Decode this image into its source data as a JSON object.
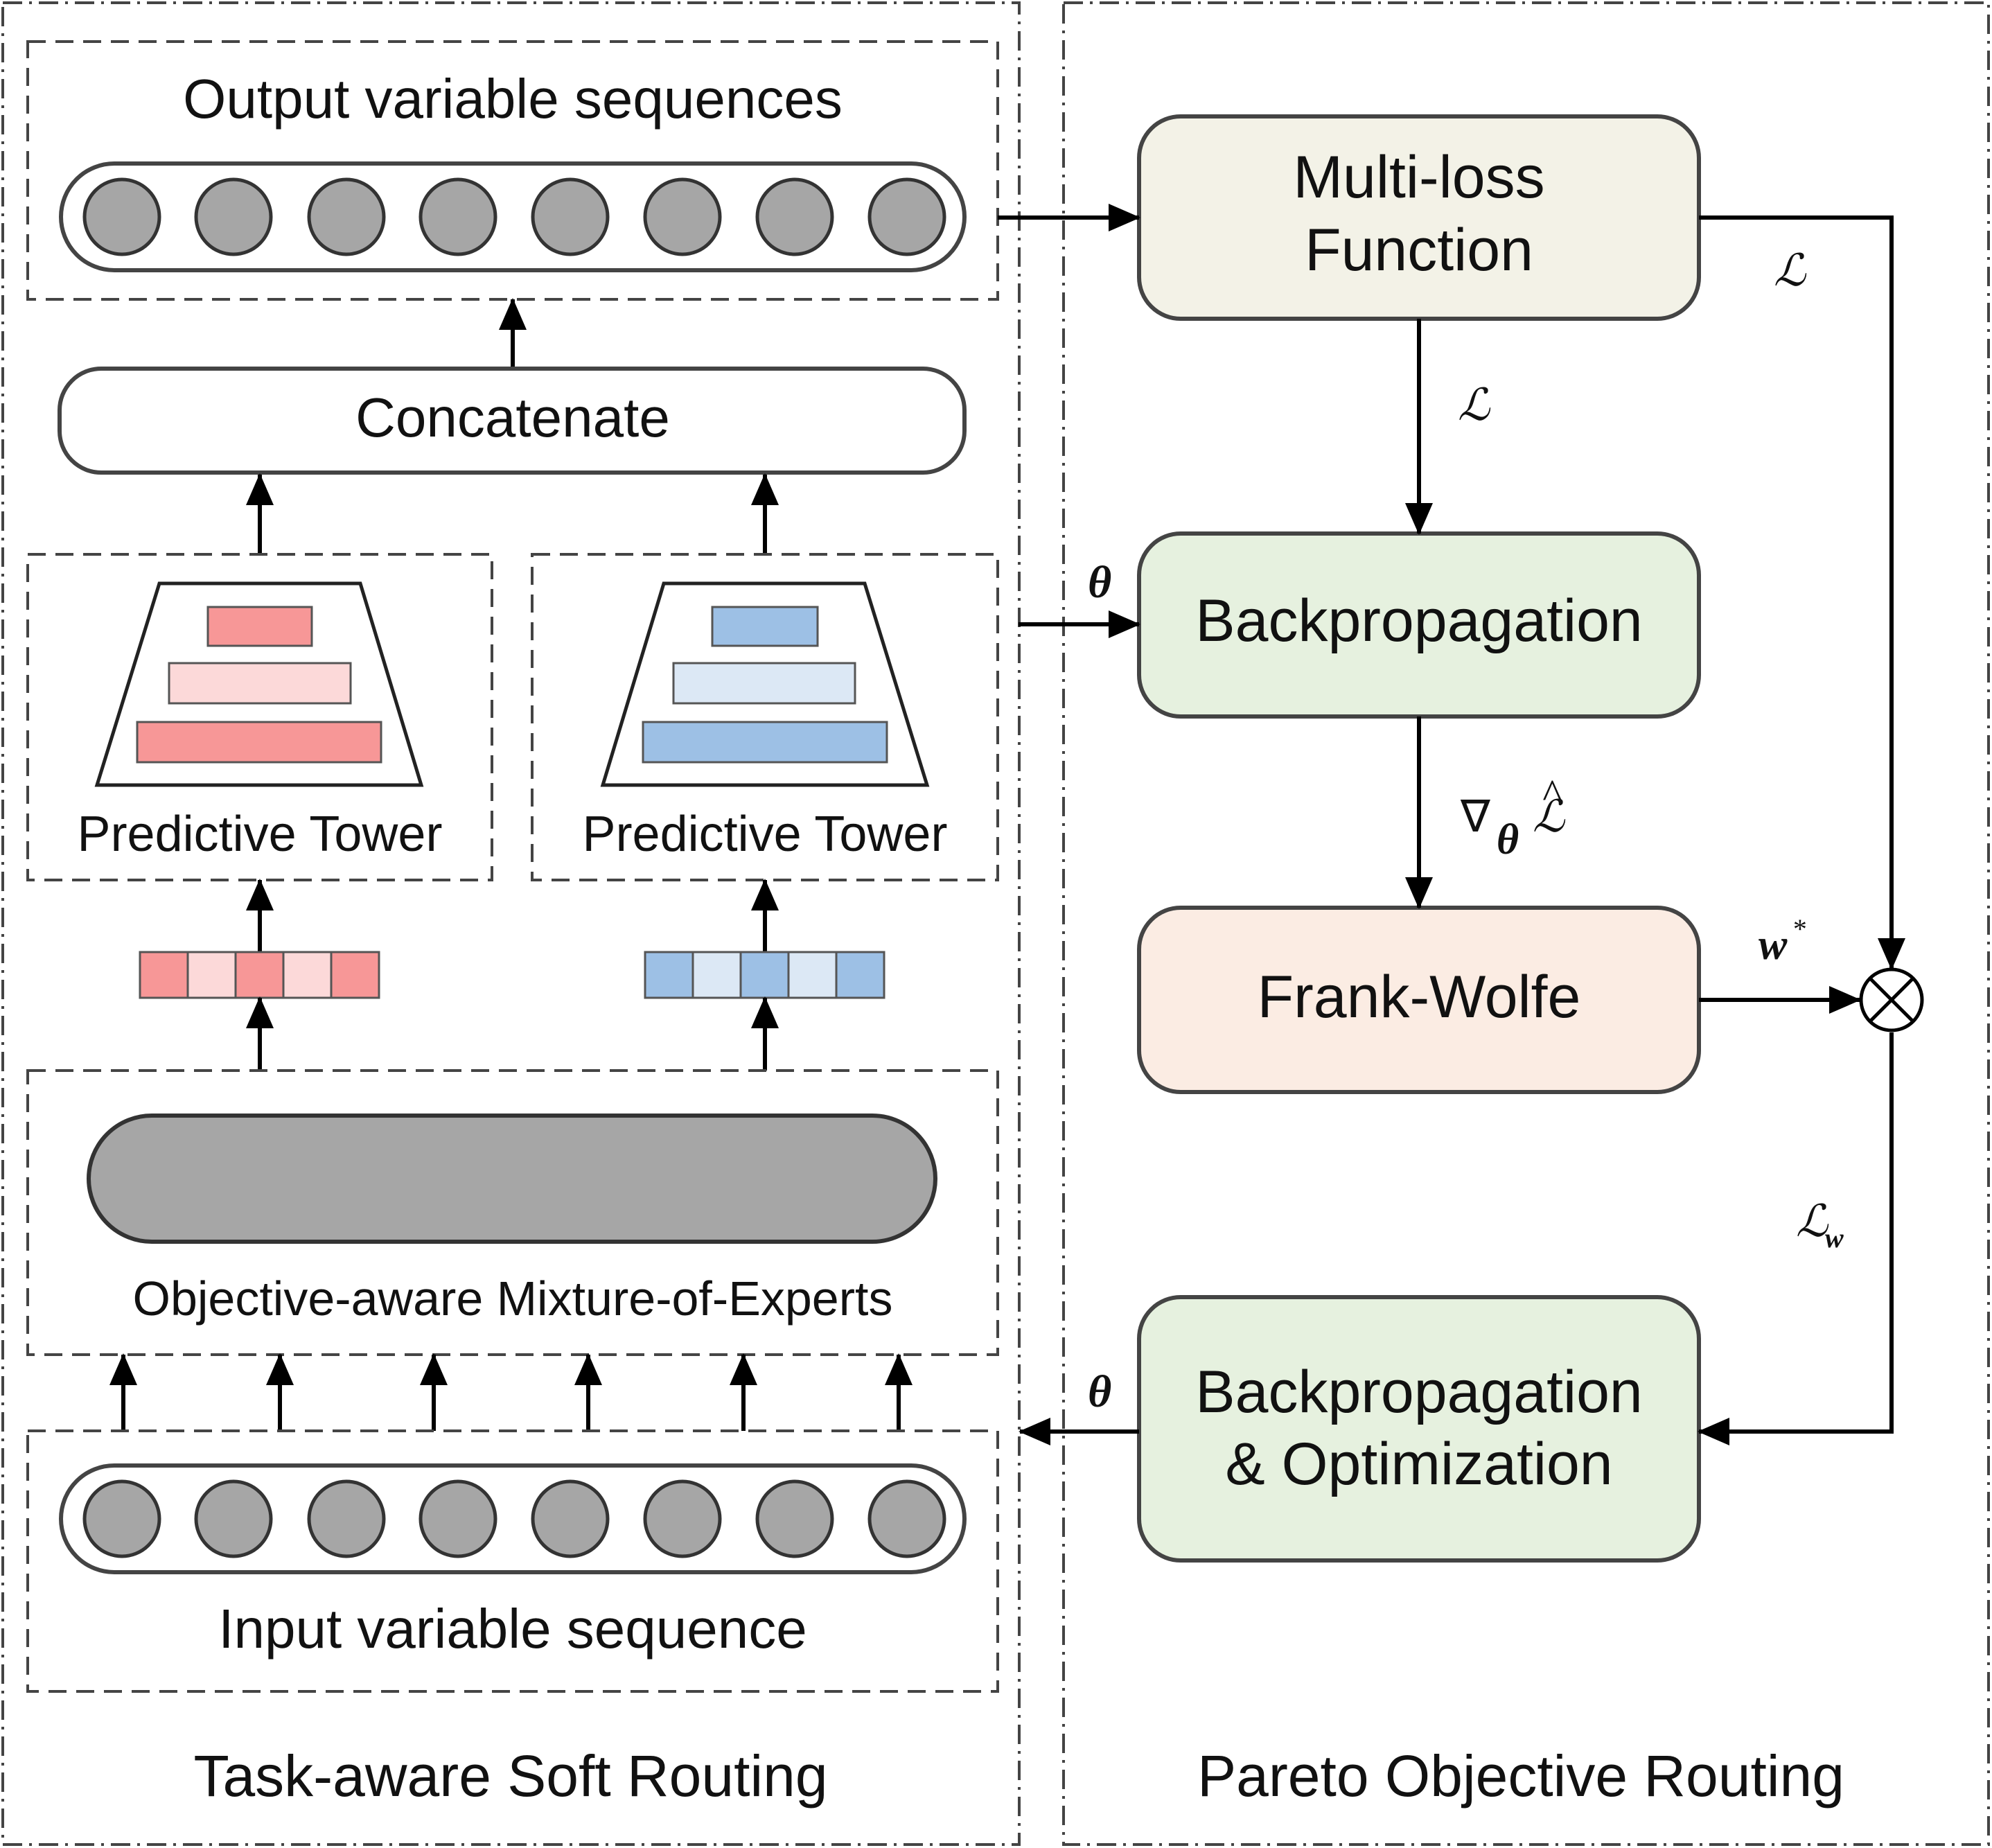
{
  "panels": {
    "left_title": "Task-aware Soft Routing",
    "right_title": "Pareto Objective Routing"
  },
  "left": {
    "output_label": "Output variable sequences",
    "concatenate_label": "Concatenate",
    "tower_left_label": "Predictive Tower",
    "tower_right_label": "Predictive Tower",
    "moe_label": "Objective-aware Mixture-of-Experts",
    "input_label": "Input variable sequence"
  },
  "right": {
    "multiloss_line1": "Multi-loss",
    "multiloss_line2": "Function",
    "backprop_label": "Backpropagation",
    "frankwolfe_label": "Frank-Wolfe",
    "backprop_opt_line1": "Backpropagation",
    "backprop_opt_line2": "& Optimization"
  },
  "math_labels": {
    "loss_right": "ℒ",
    "loss_mid": "ℒ",
    "theta_top": "θ",
    "gradient_nabla": "∇",
    "gradient_sub": "θ",
    "gradient_loss": "ℒ",
    "gradient_hat": "^",
    "w_star": "w",
    "w_star_sup": "*",
    "loss_w": "ℒ",
    "loss_w_sub": "w",
    "theta_bottom": "θ",
    "product_symbol": "⊗"
  },
  "colors": {
    "node_gray": "#a6a6a6",
    "moe_gray": "#a6a6a6",
    "multiloss_fill": "#f3f2e7",
    "backprop_fill": "#e6f1df",
    "frankwolfe_fill": "#fbece3",
    "red_strong": "#f79797",
    "red_light": "#fcd9d9",
    "blue_strong": "#9dc0e5",
    "blue_light": "#dce8f5",
    "stroke": "#444444"
  }
}
